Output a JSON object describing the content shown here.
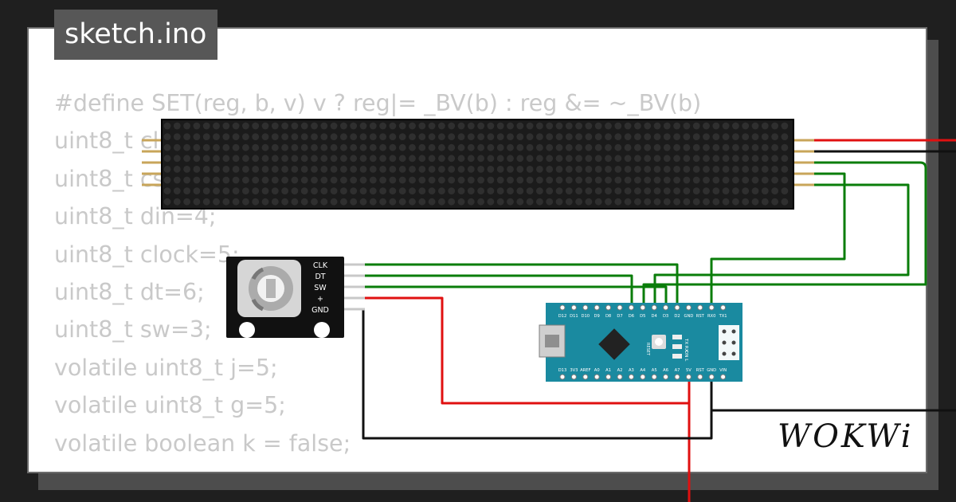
{
  "tab": {
    "filename": "sketch.ino"
  },
  "code_lines": [
    "#define SET(reg, b, v) v ? reg|= _BV(b) : reg &= ~_BV(b)",
    "uint8_t cl",
    "uint8_t cs",
    "uint8_t din=4;",
    "uint8_t clock=5;",
    "uint8_t dt=6;",
    "uint8_t sw=3;",
    "volatile uint8_t j=5;",
    "volatile uint8_t g=5;",
    "volatile boolean k = false;",
    "                        ;"
  ],
  "encoder": {
    "pins": [
      "CLK",
      "DT",
      "SW",
      "+",
      "GND"
    ]
  },
  "nano": {
    "top_pins": [
      "D12",
      "D11",
      "D10",
      "D9",
      "D8",
      "D7",
      "D6",
      "D5",
      "D4",
      "D3",
      "D2",
      "GND",
      "RST",
      "RX0",
      "TX1"
    ],
    "bottom_pins": [
      "D13",
      "3V3",
      "AREF",
      "A0",
      "A1",
      "A2",
      "A3",
      "A4",
      "A5",
      "A6",
      "A7",
      "5V",
      "RST",
      "GND",
      "VIN"
    ],
    "board_labels": {
      "reset": "RESET",
      "on": "ON",
      "l": "L",
      "tx": "TX",
      "rx": "RX"
    }
  },
  "brand": {
    "text": "WOKWi"
  },
  "colors": {
    "board": "#1a8aa0",
    "wire_red": "#e01010",
    "wire_green": "#0a7d0a",
    "wire_black": "#111111",
    "code_text": "#c9c9c9"
  }
}
